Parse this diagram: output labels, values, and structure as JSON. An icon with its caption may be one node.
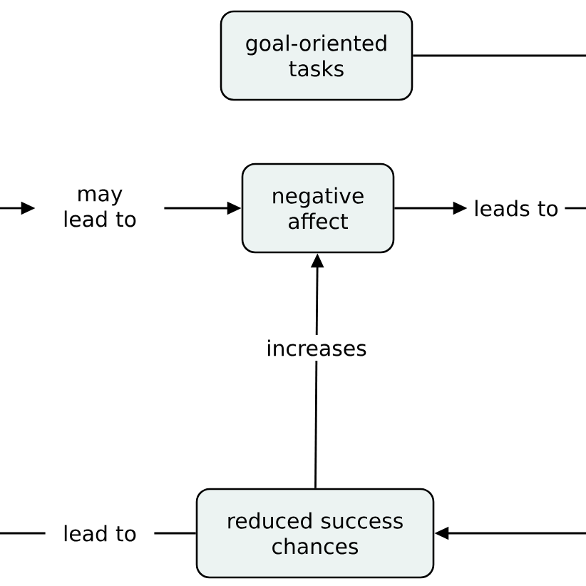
{
  "diagram": {
    "nodes": [
      {
        "text": [
          "goal-oriented tasks"
        ]
      },
      {
        "text": [
          "negative affect"
        ]
      },
      {
        "text": [
          "reduced success chances"
        ]
      },
      {
        "text": [
          "may lead to"
        ]
      },
      {
        "text": [
          "leads to"
        ]
      },
      {
        "text": [
          "increases"
        ]
      },
      {
        "text": [
          "lead to"
        ]
      }
    ],
    "edges": [
      {
        "from": 0,
        "to": null,
        "arrow": "none"
      },
      {
        "from": null,
        "to": 3,
        "arrow": "to"
      },
      {
        "from": 3,
        "to": 1,
        "arrow": "to"
      },
      {
        "from": 1,
        "to": 4,
        "arrow": "to"
      },
      {
        "from": 4,
        "to": null,
        "arrow": "none"
      },
      {
        "from": 2,
        "to": 5,
        "arrow": "none"
      },
      {
        "from": 5,
        "to": 1,
        "arrow": "to"
      },
      {
        "from": null,
        "to": 2,
        "arrow": "to"
      },
      {
        "from": 2,
        "to": 6,
        "arrow": "none"
      },
      {
        "from": 6,
        "to": null,
        "arrow": "none"
      }
    ]
  }
}
